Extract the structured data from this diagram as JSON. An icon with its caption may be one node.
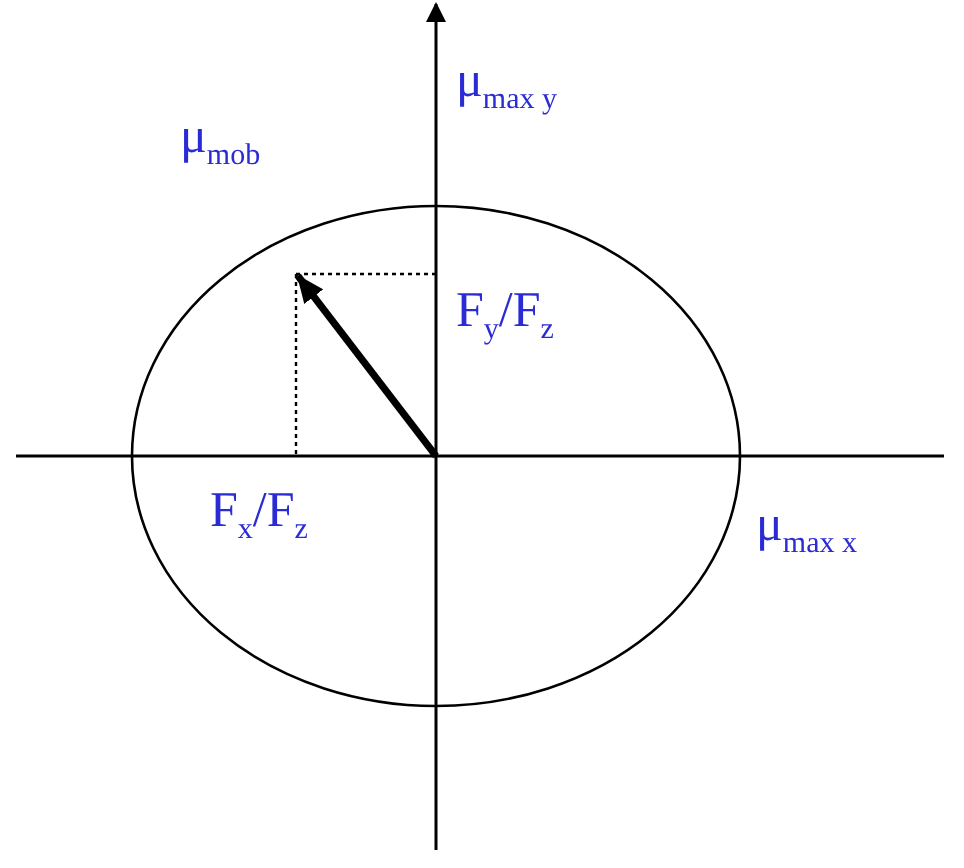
{
  "diagram": {
    "labels": [
      "μ$_{max y}$",
      "μ$_{mob}$",
      "F$_{y}$/F$_{z}$",
      "F$_{x}$/F$_{z}$",
      "μ$_{max x}$"
    ]
  }
}
